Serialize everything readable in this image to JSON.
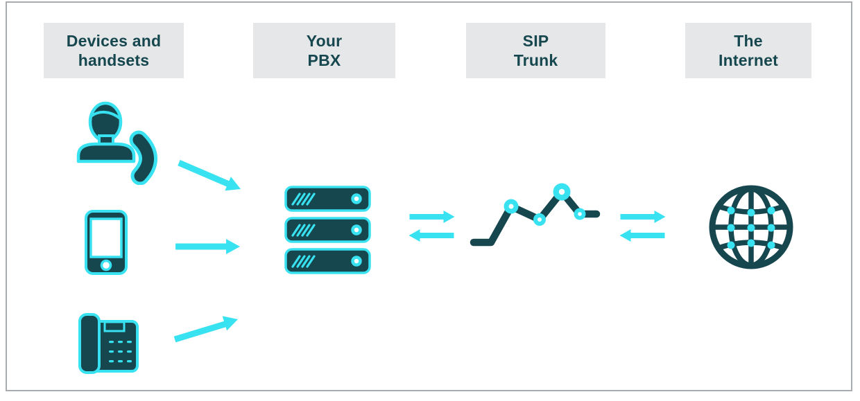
{
  "diagram": {
    "stages": [
      {
        "id": "devices",
        "label": "Devices and\nhandsets",
        "icons": [
          "person-with-handset",
          "smartphone",
          "desk-phone"
        ]
      },
      {
        "id": "pbx",
        "label": "Your\nPBX",
        "icons": [
          "server-stack"
        ]
      },
      {
        "id": "sip",
        "label": "SIP\nTrunk",
        "icons": [
          "trunk-route-graph"
        ]
      },
      {
        "id": "internet",
        "label": "The\nInternet",
        "icons": [
          "globe"
        ]
      }
    ],
    "connections": [
      {
        "from": "person-with-handset",
        "to": "pbx",
        "type": "arrow",
        "direction": "down-right"
      },
      {
        "from": "smartphone",
        "to": "pbx",
        "type": "arrow",
        "direction": "right"
      },
      {
        "from": "desk-phone",
        "to": "pbx",
        "type": "arrow",
        "direction": "up-right"
      },
      {
        "from": "pbx",
        "to": "sip",
        "type": "bidirectional-arrows"
      },
      {
        "from": "sip",
        "to": "internet",
        "type": "bidirectional-arrows"
      }
    ]
  },
  "colors": {
    "teal": "#16474f",
    "cyan": "#39e2f0",
    "header-bg": "#e5e7e8",
    "frame-border": "#a8acaf"
  }
}
